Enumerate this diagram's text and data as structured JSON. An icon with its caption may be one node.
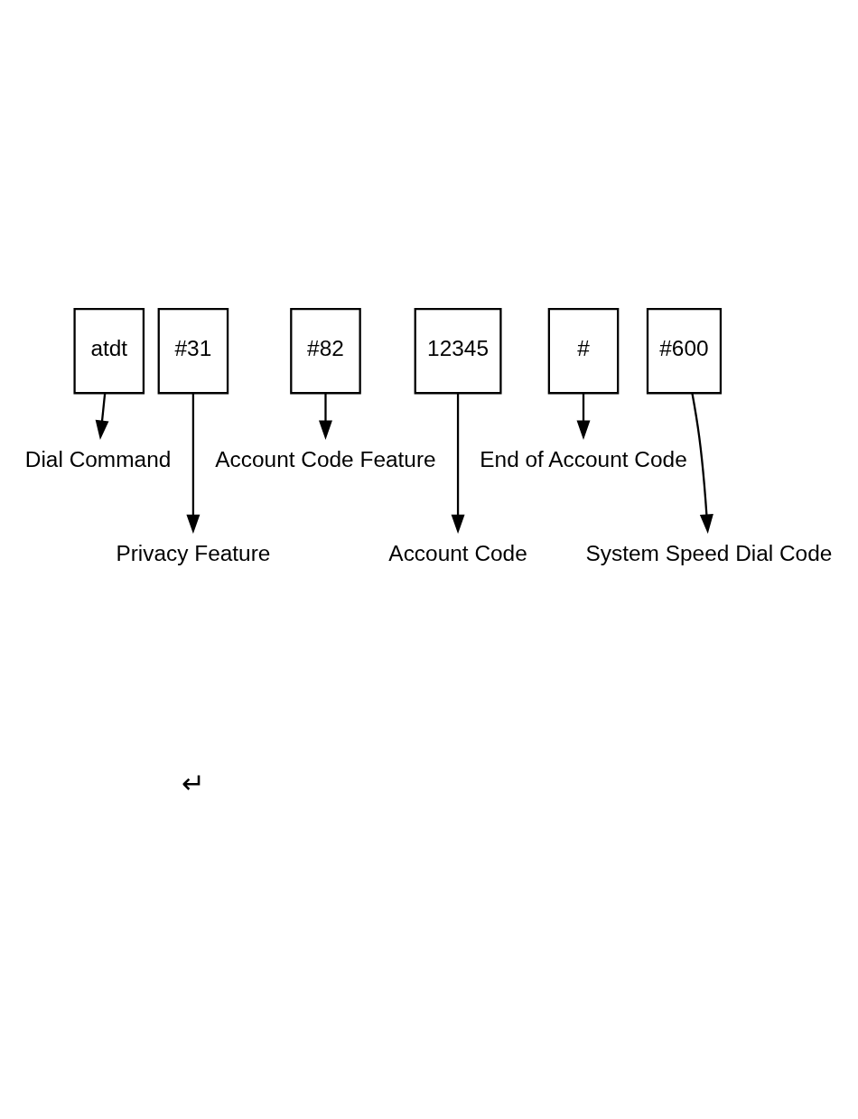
{
  "diagram": {
    "nodes": [
      {
        "text": [
          "atdt"
        ]
      },
      {
        "text": [
          "#31"
        ]
      },
      {
        "text": [
          "#82"
        ]
      },
      {
        "text": [
          "12345"
        ]
      },
      {
        "text": [
          "#"
        ]
      },
      {
        "text": [
          "#600"
        ]
      },
      {
        "text": [
          "Dial Command"
        ]
      },
      {
        "text": [
          "Privacy Feature"
        ]
      },
      {
        "text": [
          "Account Code Feature"
        ]
      },
      {
        "text": [
          "Account Code"
        ]
      },
      {
        "text": [
          "End of Account Code"
        ]
      },
      {
        "text": [
          "System Speed Dial Code"
        ]
      }
    ],
    "edges": [
      {
        "from": 0,
        "to": 6,
        "arrow": "to"
      },
      {
        "from": 1,
        "to": 7,
        "arrow": "to"
      },
      {
        "from": 2,
        "to": 8,
        "arrow": "to"
      },
      {
        "from": 3,
        "to": 9,
        "arrow": "to"
      },
      {
        "from": 4,
        "to": 10,
        "arrow": "to"
      },
      {
        "from": 5,
        "to": 11,
        "arrow": "to"
      }
    ],
    "labels": [
      "↵"
    ]
  }
}
